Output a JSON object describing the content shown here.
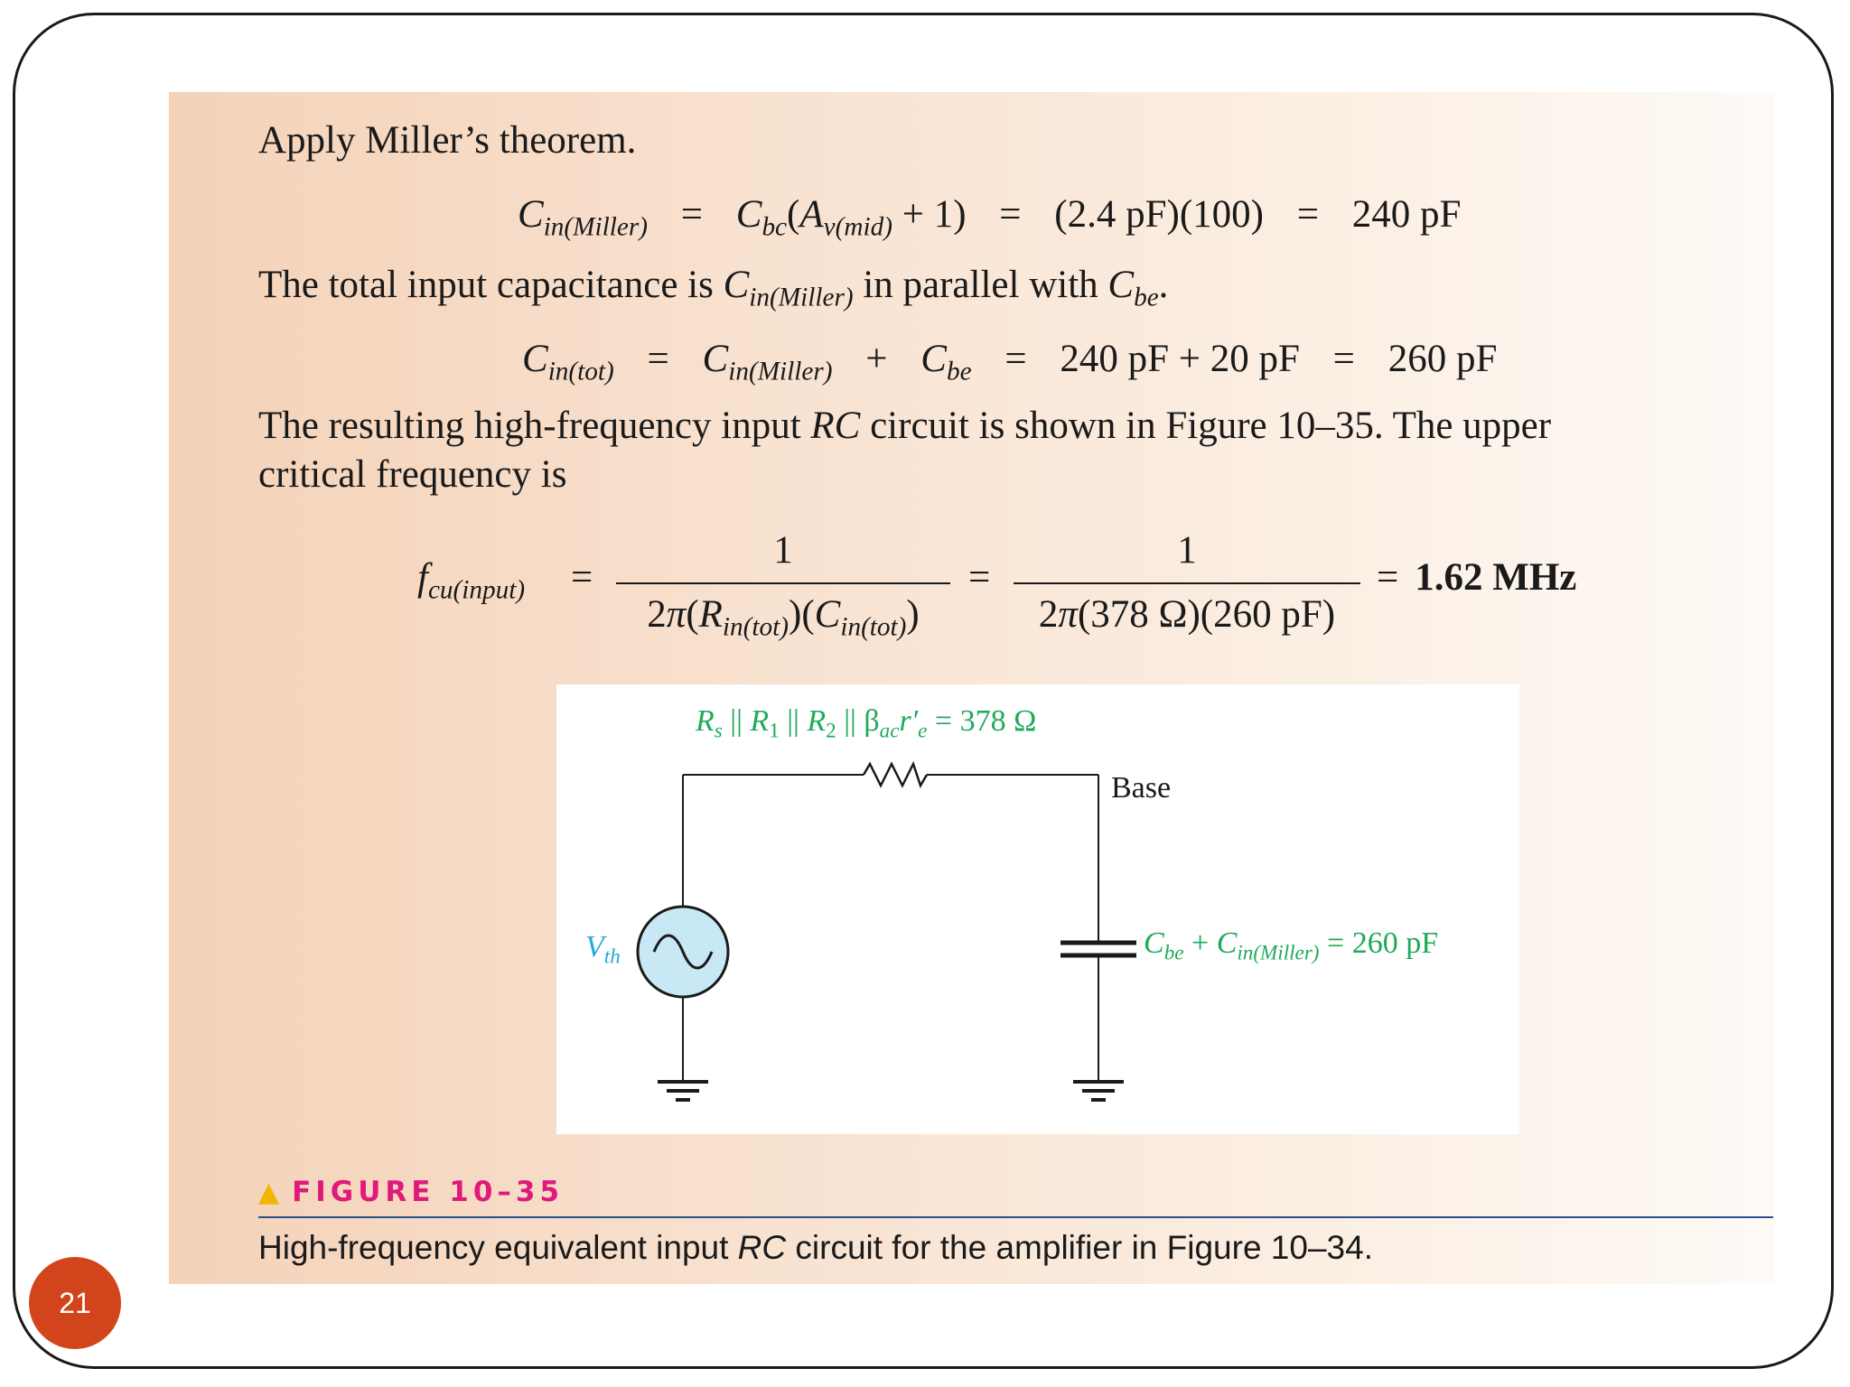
{
  "slide": {
    "page_number": "21"
  },
  "text": {
    "apply_miller": "Apply Miller’s theorem.",
    "eq1": {
      "c": "C",
      "c_sub": "in(Miller)",
      "cbc": "C",
      "cbc_sub": "bc",
      "open": "(",
      "av": "A",
      "av_sub": "v(mid)",
      "plus_one": " + 1)",
      "eq_a": "=",
      "eq_b": "=",
      "eq_c": "=",
      "values": "(2.4 pF)(100)",
      "result": "240 pF"
    },
    "total_cap_line": {
      "prefix": "The total input capacitance is ",
      "c1": "C",
      "c1_sub": "in(Miller)",
      "middle": " in parallel with ",
      "c2": "C",
      "c2_sub": "be",
      "suffix": "."
    },
    "eq2": {
      "c": "C",
      "c_sub": "in(tot)",
      "eq_a": "=",
      "eq_b": "=",
      "eq_c": "=",
      "cm": "C",
      "cm_sub": "in(Miller)",
      "plus": "+",
      "cbe": "C",
      "cbe_sub": "be",
      "sum": "240 pF  +  20 pF",
      "result": "260 pF"
    },
    "resulting_line1_a": "The resulting high-frequency input ",
    "resulting_line1_rc": "RC",
    "resulting_line1_b": " circuit is shown in Figure 10–35. The upper",
    "resulting_line2": "critical frequency is",
    "eq3": {
      "f": "f",
      "f_sub": "cu(input)",
      "eq_a": "=",
      "eq_b": "=",
      "eq_c": "=",
      "frac1_num": "1",
      "frac1_den": {
        "prefix": "2",
        "pi": "π",
        "open": "(",
        "r": "R",
        "r_sub": "in(tot)",
        "mid": ")(",
        "c": "C",
        "c_sub": "in(tot)",
        "close": ")"
      },
      "frac2_num": "1",
      "frac2_den": {
        "prefix": "2",
        "pi": "π",
        "rest": "(378 Ω)(260 pF)"
      },
      "result": "1.62 MHz"
    }
  },
  "figure": {
    "resistor_label": {
      "rs": "R",
      "rs_sub": "s",
      "par1": " || ",
      "r1": "R",
      "r1_sub": "1",
      "par2": " || ",
      "r2": "R",
      "r2_sub": "2",
      "par3": " || ",
      "beta": "β",
      "beta_sub": "ac",
      "re": "r′",
      "re_sub": "e",
      "value": " = 378 Ω"
    },
    "base_label": "Base",
    "source_label": {
      "v": "V",
      "v_sub": "th"
    },
    "cap_label": {
      "cbe": "C",
      "cbe_sub": "be",
      "plus": " + ",
      "cm": "C",
      "cm_sub": "in(Miller)",
      "value": " = 260 pF"
    },
    "caption_label": "FIGURE 10–35",
    "caption_text_a": "High-frequency equivalent input ",
    "caption_text_rc": "RC",
    "caption_text_b": " circuit for the amplifier in Figure 10–34."
  },
  "colors": {
    "label_green": "#1faa5a",
    "label_cyan": "#28a8d8",
    "caption_magenta": "#e0197a",
    "caption_triangle": "#f2b600",
    "caption_rule": "#2a4f8f",
    "page_badge": "#d2451c"
  },
  "icons": [
    "ac-source-icon",
    "resistor-icon",
    "capacitor-icon",
    "ground-icon",
    "triangle-icon"
  ]
}
